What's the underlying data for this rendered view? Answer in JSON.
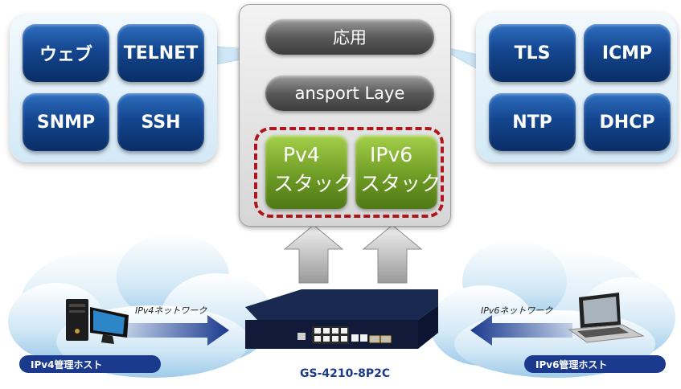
{
  "left_panel": {
    "items": [
      "ウェブ",
      "TELNET",
      "SNMP",
      "SSH"
    ]
  },
  "right_panel": {
    "items": [
      "TLS",
      "ICMP",
      "NTP",
      "DHCP"
    ]
  },
  "stack": {
    "application_layer": "応用",
    "transport_layer": "ansport Laye",
    "ipv4_stack_line1": "Pv4",
    "ipv4_stack_line2": "スタック",
    "ipv6_stack_line1": "IPv6",
    "ipv6_stack_line2": "スタック"
  },
  "left_network": {
    "network_label": "IPv4ネットワーク",
    "host_label": "IPv4管理ホスト"
  },
  "right_network": {
    "network_label": "IPv6ネットワーク",
    "host_label": "IPv6管理ホスト"
  },
  "device": {
    "model": "GS-4210-8P2C"
  },
  "colors": {
    "button_blue": "#14468f",
    "panel_light": "#d3e9f7",
    "stack_green": "#6e9c25",
    "dash_red": "#b0171c",
    "label_navy": "#1b3a8e"
  }
}
